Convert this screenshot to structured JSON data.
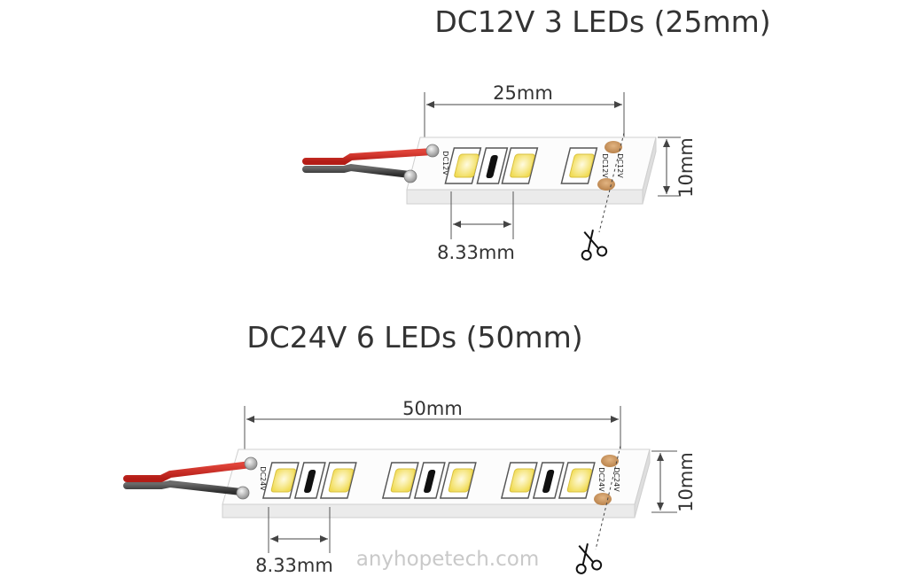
{
  "strip_12v": {
    "title": "DC12V 3 LEDs (25mm)",
    "length_label": "25mm",
    "width_label": "10mm",
    "pitch_label": "8.33mm",
    "input_marking": "DC12V",
    "cut_marking_left": "DC12V",
    "cut_marking_right": "DC12V"
  },
  "strip_24v": {
    "title": "DC24V 6 LEDs (50mm)",
    "length_label": "50mm",
    "width_label": "10mm",
    "pitch_label": "8.33mm",
    "input_marking": "DC24V",
    "cut_marking_left": "DC24V",
    "cut_marking_right": "DC24V"
  },
  "watermark": "anyhopetech.com",
  "colors": {
    "wire_red": "#d22a22",
    "wire_black": "#4a4a4a",
    "led_yellow": "#f4e46a",
    "copper_pad": "#c9965e",
    "dimension_line": "#444444"
  }
}
